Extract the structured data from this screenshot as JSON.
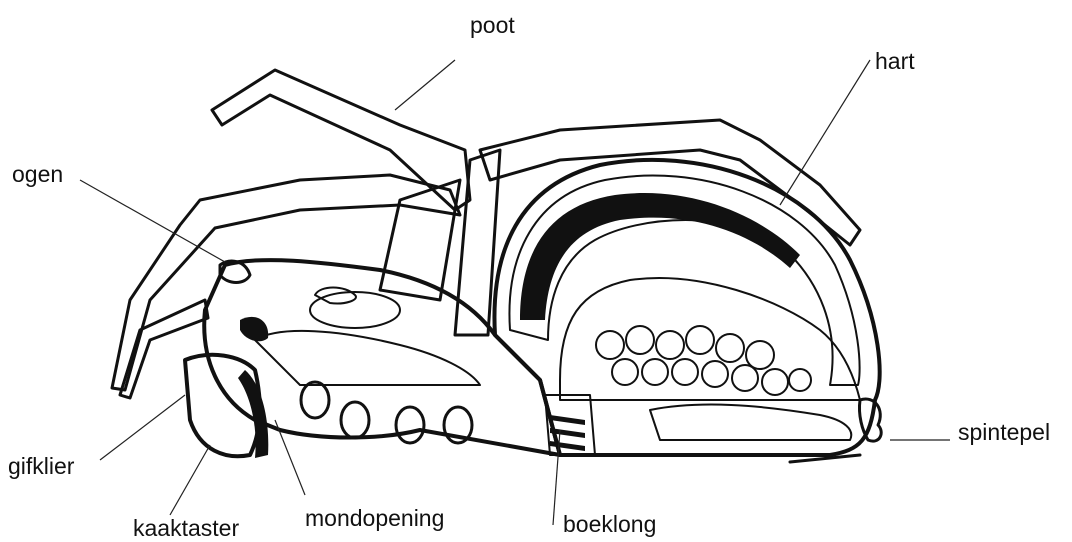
{
  "labels": {
    "poot": "poot",
    "hart": "hart",
    "ogen": "ogen",
    "spintepel": "spintepel",
    "gifklier": "gifklier",
    "kaaktaster": "kaaktaster",
    "mondopening": "mondopening",
    "boeklong": "boeklong"
  },
  "colors": {
    "ink": "#111111",
    "background": "#ffffff",
    "stipple": "#333333"
  }
}
